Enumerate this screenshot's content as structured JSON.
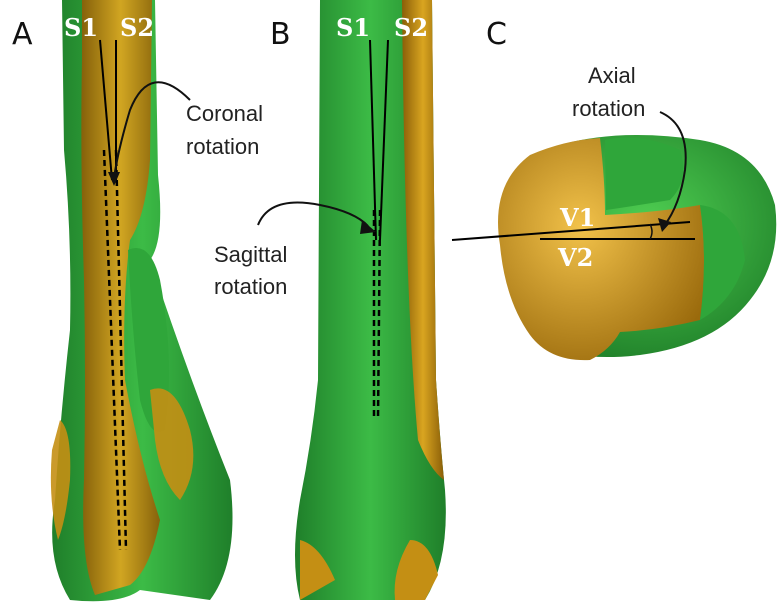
{
  "panels": [
    {
      "letter": "A",
      "labels": [
        "S1",
        "S2"
      ],
      "annotation": [
        "Coronal",
        "rotation"
      ]
    },
    {
      "letter": "B",
      "labels": [
        "S1",
        "S2"
      ],
      "annotation": [
        "Sagittal",
        "rotation"
      ]
    },
    {
      "letter": "C",
      "labels": [
        "V1",
        "V2"
      ],
      "annotation": [
        "Axial",
        "rotation"
      ]
    }
  ],
  "colors": {
    "bone_green": "#2fa63a",
    "bone_gold": "#b8860b",
    "line": "#000000"
  }
}
